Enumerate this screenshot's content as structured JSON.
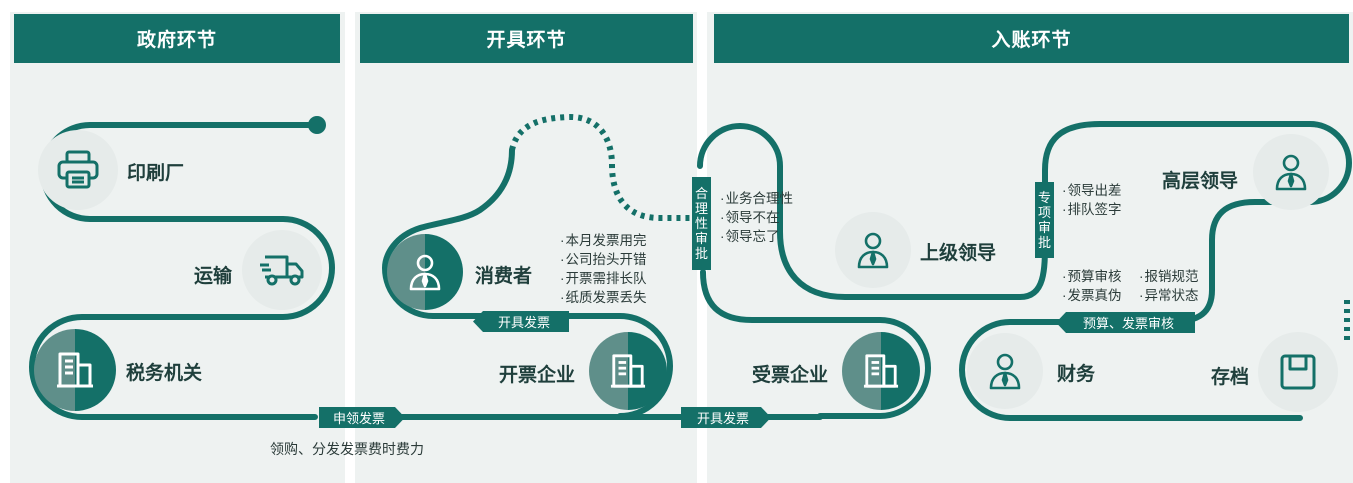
{
  "sections": {
    "gov": "政府环节",
    "issue": "开具环节",
    "entry": "入账环节"
  },
  "nodes": {
    "printer": "印刷厂",
    "transport": "运输",
    "tax_office": "税务机关",
    "consumer": "消费者",
    "issuing_company": "开票企业",
    "receiving_company": "受票企业",
    "supervisor": "上级领导",
    "senior_leader": "高层领导",
    "finance": "财务",
    "archive": "存档"
  },
  "tags": {
    "apply_invoice": "申领发票",
    "issue_invoice_1": "开具发票",
    "issue_invoice_2": "开具发票",
    "budget_review": "预算、发票审核",
    "reason_review": [
      "合",
      "理",
      "性",
      "审",
      "批"
    ],
    "special_review": [
      "专",
      "项",
      "审",
      "批"
    ]
  },
  "notes": {
    "gov_bottom": "领购、分发发票费时费力",
    "consumer_issues": [
      "本月发票用完",
      "公司抬头开错",
      "开票需排长队",
      "纸质发票丢失"
    ],
    "reason_issues": [
      "业务合理性",
      "领导不在",
      "领导忘了"
    ],
    "special_issues": [
      "领导出差",
      "排队签字"
    ],
    "finance_issues_col1": [
      "预算审核",
      "发票真伪"
    ],
    "finance_issues_col2": [
      "报销规范",
      "异常状态"
    ]
  },
  "colors": {
    "primary": "#147068",
    "primary_light": "#5f8f8a",
    "panel_bg": "#eef2f1",
    "icon_bg": "#e6ebea"
  },
  "icons": [
    "printer-icon",
    "truck-icon",
    "building-icon",
    "person-icon",
    "floppy-disk-icon"
  ]
}
